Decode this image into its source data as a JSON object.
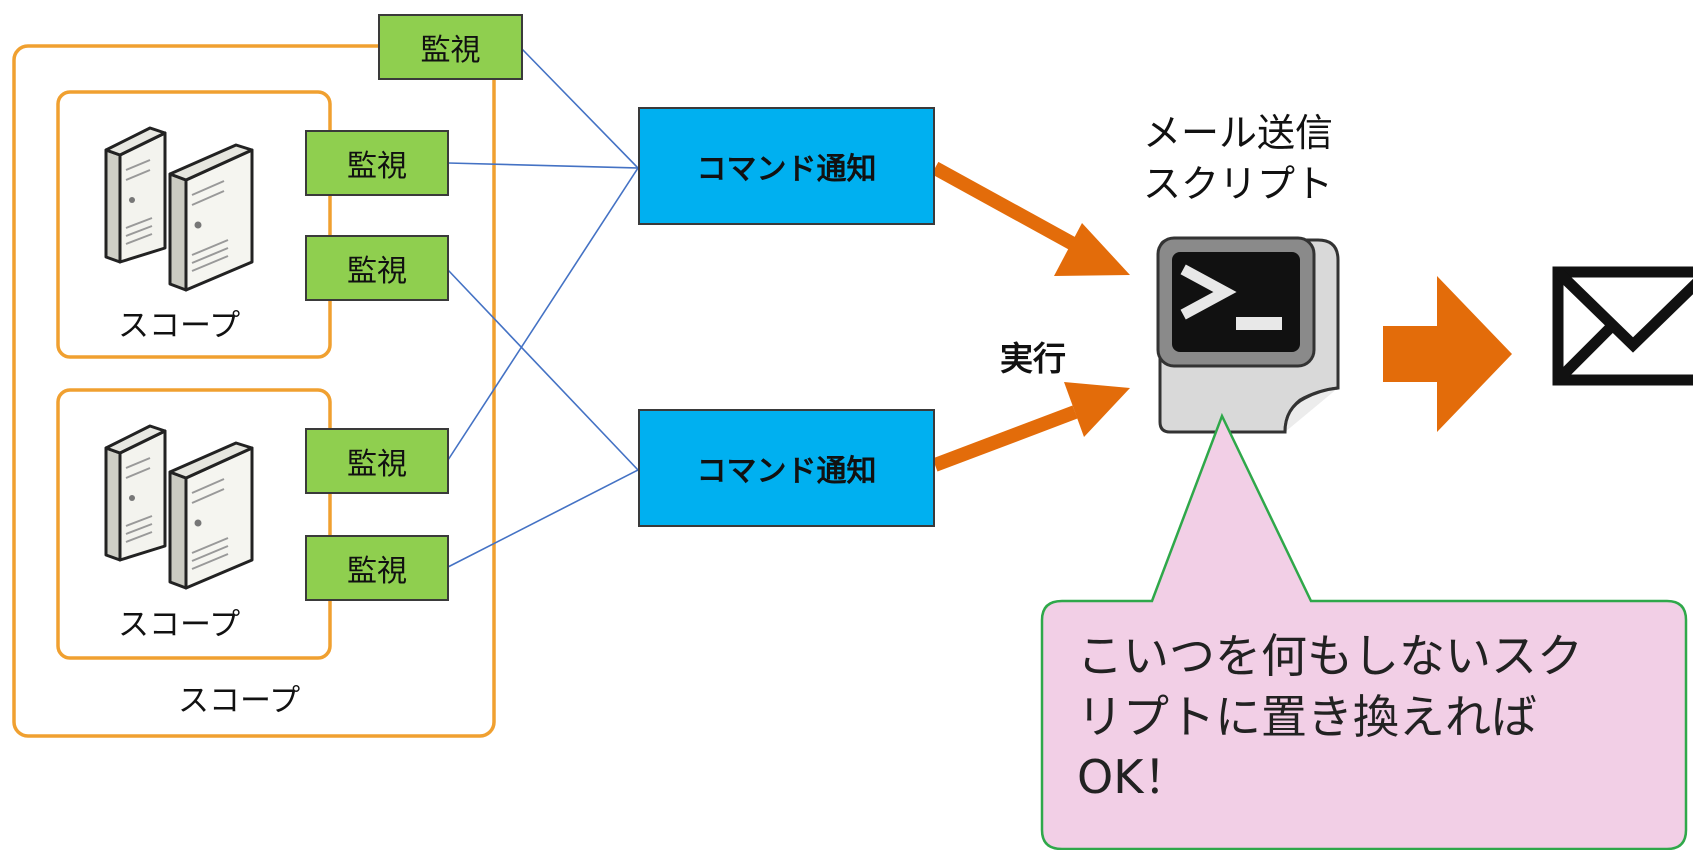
{
  "monitor_label": "監視",
  "scope_label": "スコープ",
  "command_notify_label": "コマンド通知",
  "exec_label": "実行",
  "script_title": [
    "メール送信",
    "スクリプト"
  ],
  "callout": [
    "こいつを何もしないスク",
    "リプトに置き換えれば",
    "OK！"
  ],
  "colors": {
    "scope_border": "#f0a030",
    "monitor_fill": "#8fcf4f",
    "command_fill": "#00b0f0",
    "arrow": "#e36c0a",
    "connector": "#4472c4",
    "callout_fill": "#f2cfe6",
    "callout_border": "#2fa84a"
  },
  "icons": [
    "server-icon",
    "terminal-script-icon",
    "mail-envelope-icon"
  ]
}
